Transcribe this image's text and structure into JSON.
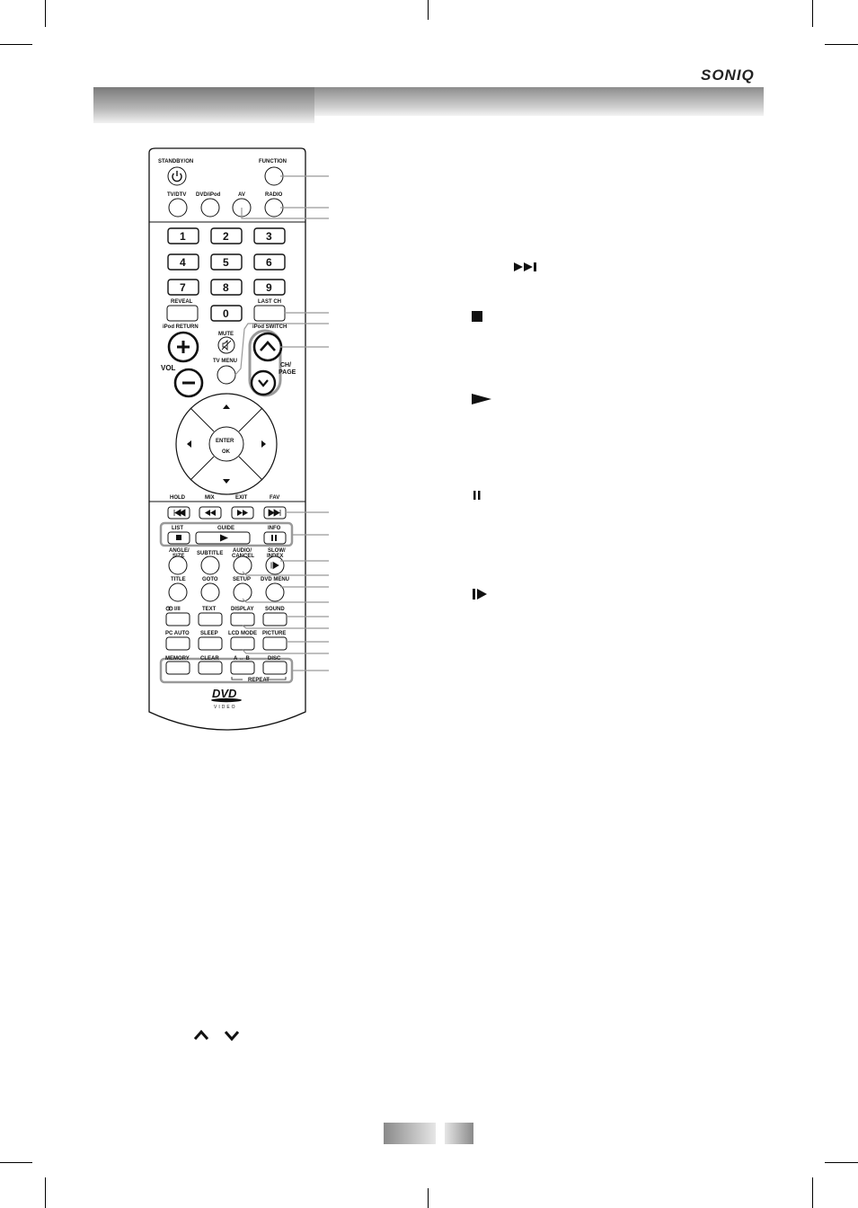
{
  "brand": "SONIQ",
  "remote": {
    "top_labels": {
      "standby": "STANDBY/ON",
      "function": "FUNCTION",
      "tvdtv": "TV/DTV",
      "dvdipod": "DVD/iPod",
      "av": "AV",
      "radio": "RADIO"
    },
    "number_keys": [
      "1",
      "2",
      "3",
      "4",
      "5",
      "6",
      "7",
      "8",
      "9",
      "0"
    ],
    "mid_labels": {
      "reveal": "REVEAL",
      "last_ch": "LAST CH",
      "ipod_return": "iPod RETURN",
      "ipod_switch": "iPod SWITCH",
      "mute": "MUTE",
      "tv_menu": "TV MENU",
      "vol": "VOL",
      "ch_page_1": "CH/",
      "ch_page_2": "PAGE",
      "enter": "ENTER",
      "ok": "OK"
    },
    "transport_labels": {
      "hold": "HOLD",
      "mix": "MIX",
      "exit": "EXIT",
      "fav": "FAV",
      "list": "LIST",
      "guide": "GUIDE",
      "info": "INFO"
    },
    "lower_labels": {
      "angle_1": "ANGLE/",
      "angle_2": "SIZE",
      "subtitle": "SUBTITLE",
      "audio_1": "AUDIO/",
      "audio_2": "CANCEL",
      "slow_1": "SLOW/",
      "slow_2": "INDEX",
      "title": "TITLE",
      "goto": "GOTO",
      "setup": "SETUP",
      "dvd_menu": "DVD MENU",
      "stereo": "I/II",
      "text": "TEXT",
      "display": "DISPLAY",
      "sound": "SOUND",
      "pc_auto": "PC AUTO",
      "sleep": "SLEEP",
      "lcd_mode": "LCD MODE",
      "picture": "PICTURE",
      "memory": "MEMORY",
      "clear": "CLEAR",
      "a_b": "A ↔ B",
      "disc": "DISC",
      "repeat": "REPEAT"
    },
    "logo_dvd": "DVD",
    "logo_video": "VIDEO"
  },
  "symbols": {
    "next": "next-track-icon",
    "stop": "stop-icon",
    "play": "play-icon",
    "pause": "pause-icon",
    "slow": "slow-play-icon",
    "up": "chevron-up-icon",
    "down": "chevron-down-icon"
  }
}
